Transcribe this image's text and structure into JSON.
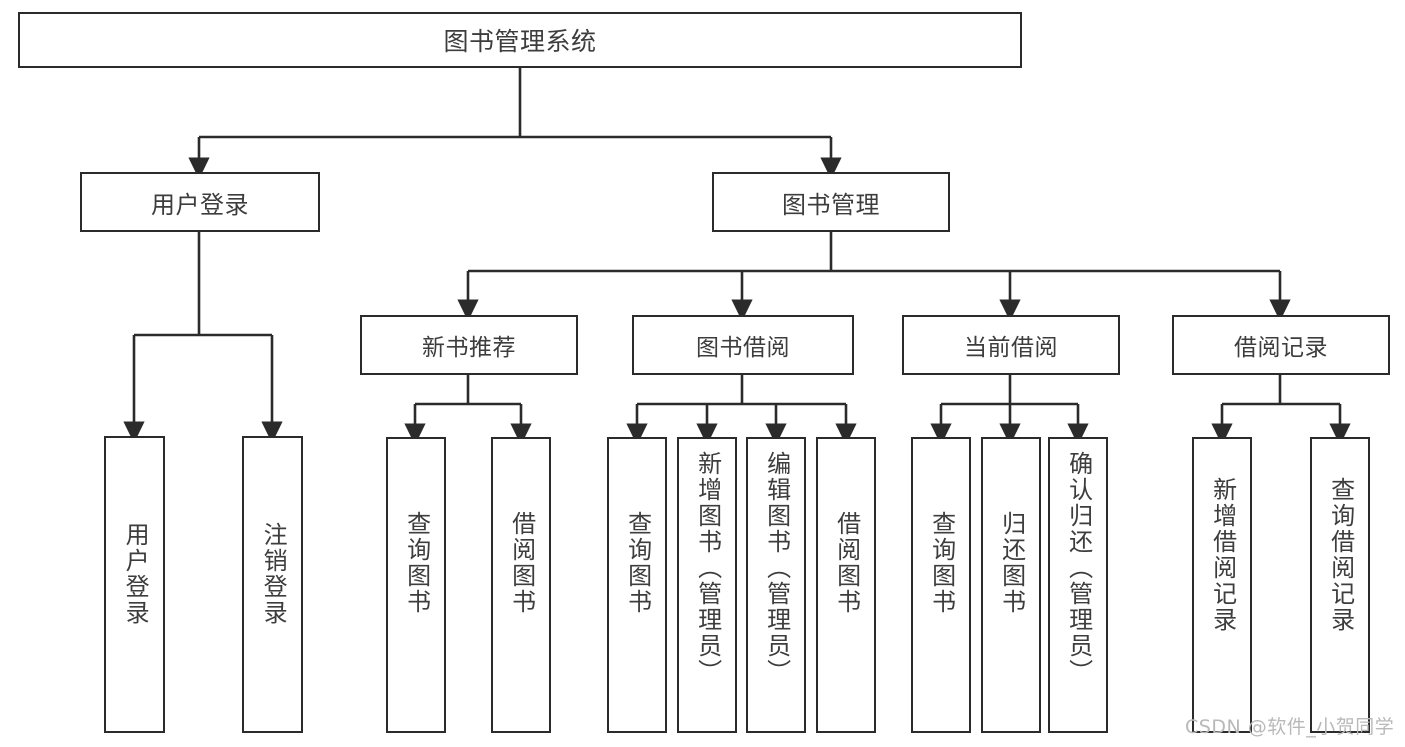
{
  "diagram": {
    "type": "tree",
    "title": "图书管理系统",
    "watermark": "CSDN @软件_小贺同学",
    "colors": {
      "background": "#ffffff",
      "stroke": "#2b2b2b",
      "text": "#3d3d3d",
      "watermark": "#b9b9b9"
    },
    "root": {
      "label": "图书管理系统"
    },
    "level1": [
      {
        "id": "login",
        "label": "用户登录"
      },
      {
        "id": "bookmgmt",
        "label": "图书管理"
      }
    ],
    "level2": [
      {
        "id": "newbook",
        "label": "新书推荐",
        "parent": "bookmgmt"
      },
      {
        "id": "borrow",
        "label": "图书借阅",
        "parent": "bookmgmt"
      },
      {
        "id": "current",
        "label": "当前借阅",
        "parent": "bookmgmt"
      },
      {
        "id": "records",
        "label": "借阅记录",
        "parent": "bookmgmt"
      }
    ],
    "leaves": {
      "login": [
        {
          "label": "用户登录"
        },
        {
          "label": "注销登录"
        }
      ],
      "newbook": [
        {
          "label": "查询图书"
        },
        {
          "label": "借阅图书"
        }
      ],
      "borrow": [
        {
          "label": "查询图书"
        },
        {
          "label": "新增图书（管理员）"
        },
        {
          "label": "编辑图书（管理员）"
        },
        {
          "label": "借阅图书"
        }
      ],
      "current": [
        {
          "label": "查询图书"
        },
        {
          "label": "归还图书"
        },
        {
          "label": "确认归还（管理员）"
        }
      ],
      "records": [
        {
          "label": "新增借阅记录"
        },
        {
          "label": "查询借阅记录"
        }
      ]
    }
  }
}
